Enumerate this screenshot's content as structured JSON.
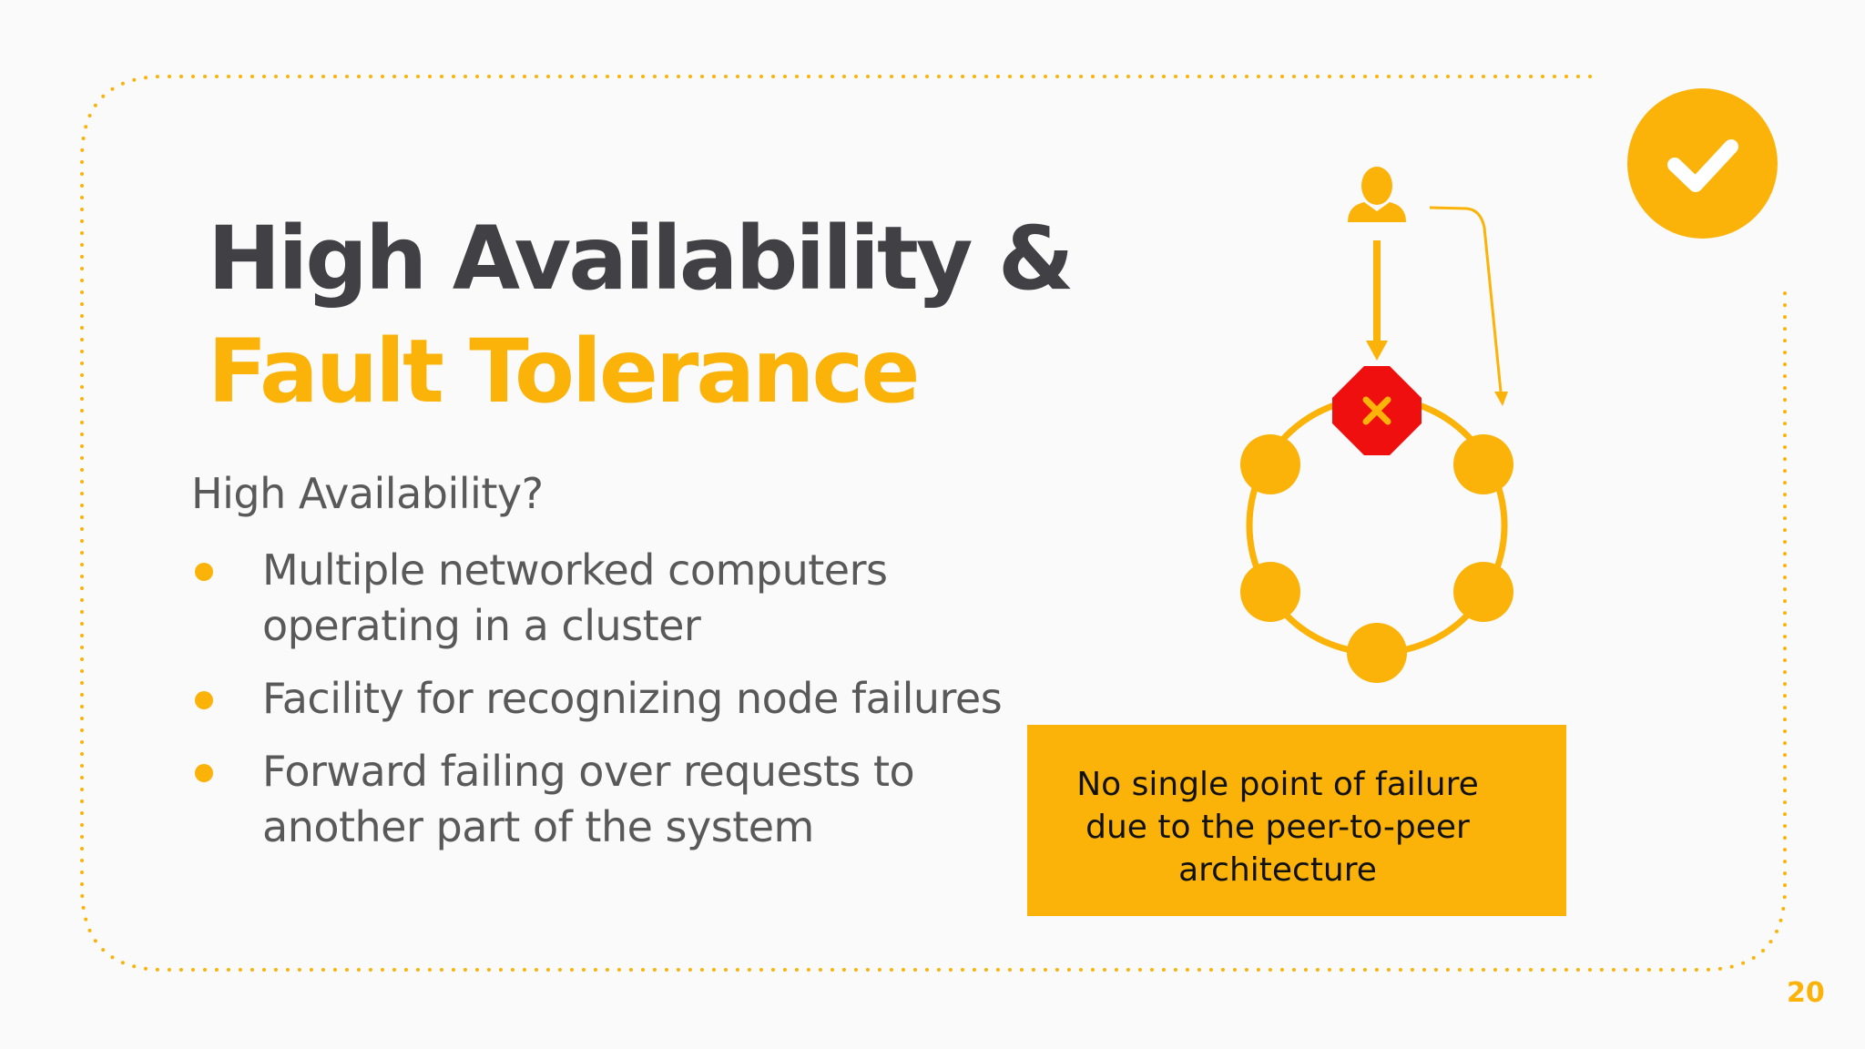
{
  "slide": {
    "title_line1": "High Availability &",
    "title_line2": "Fault Tolerance",
    "subtitle": "High Availability?",
    "bullets": [
      {
        "text": "Multiple networked computers operating in a cluster"
      },
      {
        "text": "Facility for recognizing node failures"
      },
      {
        "text": "Forward failing over requests to another part of the system"
      }
    ],
    "callout_text": "No single point of failure due to the peer-to-peer architecture",
    "page_number": "20"
  },
  "icons": {
    "user": "user-icon",
    "failed_node": "failed-node-x-icon",
    "checkmark": "checkmark-icon"
  },
  "colors": {
    "accent": "#fbb309",
    "title_dark": "#414045",
    "body_text": "#595959",
    "failure_red": "#f00f0f",
    "background": "#fafafa"
  }
}
